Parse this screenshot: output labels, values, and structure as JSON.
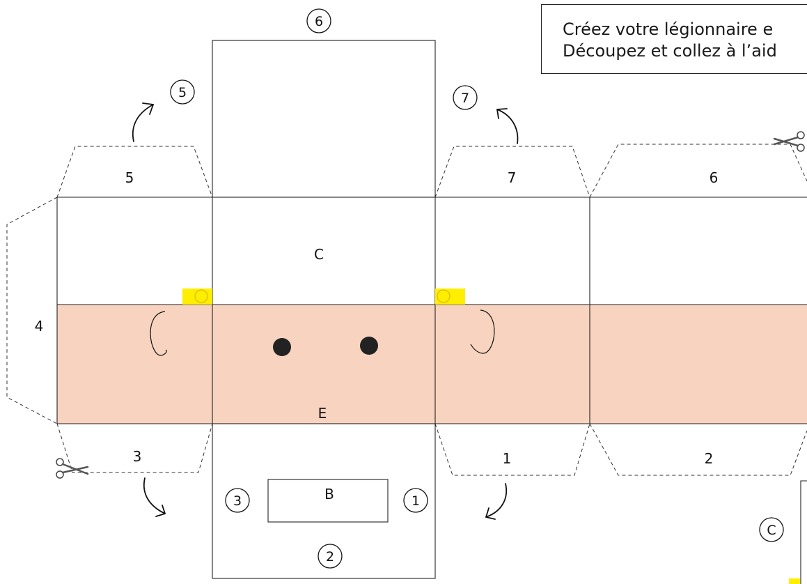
{
  "instructions": {
    "line1": "Créez votre légionnaire e",
    "line2": "Découpez et collez à l’aid"
  },
  "panel_labels": {
    "top": "C",
    "face": "E",
    "box": "B",
    "side": "4"
  },
  "flap_labels": {
    "flap5": "5",
    "flap7": "7",
    "flap6": "6",
    "flap3": "3",
    "flap1": "1",
    "flap2": "2"
  },
  "step_markers": {
    "m6": "6",
    "m5": "5",
    "m7": "7",
    "m3": "3",
    "m1": "1",
    "m2": "2",
    "mC": "C"
  },
  "colors": {
    "skin": "#f7d3c0",
    "glue_tab": "#ffee00",
    "eye": "#222222",
    "outline": "#222222"
  },
  "icons": [
    "scissors-icon",
    "curved-arrow-icon",
    "eye-dot",
    "ear-outline",
    "glue-tab"
  ]
}
